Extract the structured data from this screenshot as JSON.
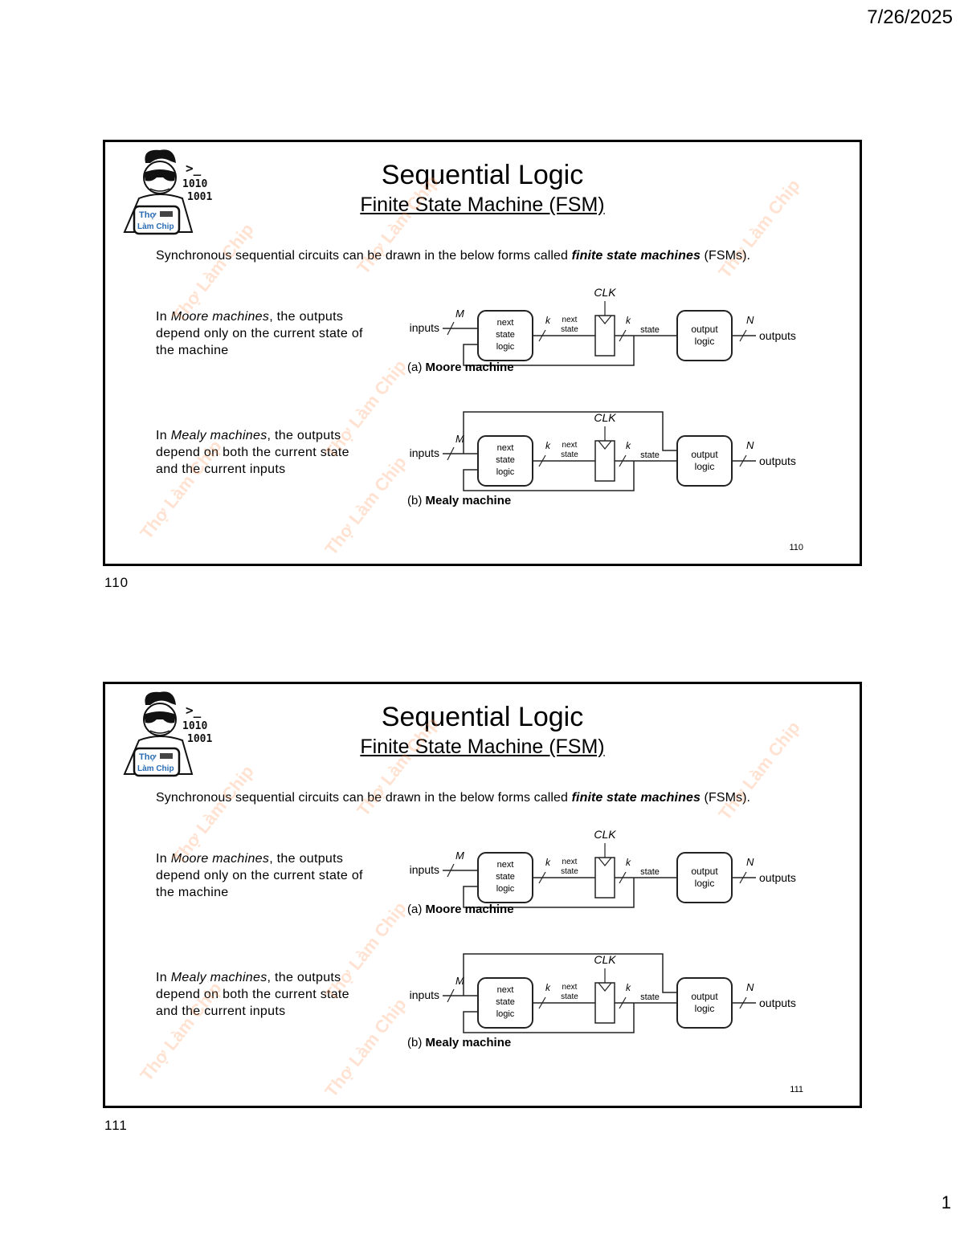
{
  "page": {
    "date": "7/26/2025",
    "number": "1"
  },
  "slides": [
    {
      "label": "110",
      "slide_number": "110",
      "title": "Sequential Logic",
      "subtitle": "Finite State Machine (FSM)",
      "intro_pre": "Synchronous sequential circuits can be drawn in the below forms called ",
      "intro_emph": "finite state machines",
      "intro_post": " (FSMs).",
      "moore": {
        "pre": "In ",
        "emph": "Moore machines",
        "post": ", the outputs depend only on the current state of the machine",
        "caption_tag": "(a)",
        "caption": " Moore machine"
      },
      "mealy": {
        "pre": "In ",
        "emph": "Mealy machines",
        "post": ", the outputs depend on both the current state and the current inputs",
        "caption_tag": "(b)",
        "caption": " Mealy machine"
      },
      "diagram_labels": {
        "inputs": "inputs",
        "outputs": "outputs",
        "clk": "CLK",
        "m": "M",
        "k": "k",
        "n": "N",
        "next_state": "next state",
        "state": "state",
        "block_next_1": "next",
        "block_next_2": "state",
        "block_next_3": "logic",
        "block_out_1": "output",
        "block_out_2": "logic"
      },
      "logo": {
        "line1": "1010",
        "line2": "1001",
        "badge1": "Thợ",
        "badge2": "Làm Chip"
      },
      "watermark": "Thợ Làm Chip"
    },
    {
      "label": "111",
      "slide_number": "111",
      "title": "Sequential Logic",
      "subtitle": "Finite State Machine (FSM)",
      "intro_pre": "Synchronous sequential circuits can be drawn in the below forms called ",
      "intro_emph": "finite state machines",
      "intro_post": " (FSMs).",
      "moore": {
        "pre": "In ",
        "emph": "Moore machines",
        "post": ", the outputs depend only on the current state of the machine",
        "caption_tag": "(a)",
        "caption": " Moore machine"
      },
      "mealy": {
        "pre": "In ",
        "emph": "Mealy machines",
        "post": ", the outputs depend on both the current state and the current inputs",
        "caption_tag": "(b)",
        "caption": " Mealy machine"
      },
      "diagram_labels": {
        "inputs": "inputs",
        "outputs": "outputs",
        "clk": "CLK",
        "m": "M",
        "k": "k",
        "n": "N",
        "next_state": "next state",
        "state": "state",
        "block_next_1": "next",
        "block_next_2": "state",
        "block_next_3": "logic",
        "block_out_1": "output",
        "block_out_2": "logic"
      },
      "logo": {
        "line1": "1010",
        "line2": "1001",
        "badge1": "Thợ",
        "badge2": "Làm Chip"
      },
      "watermark": "Thợ Làm Chip"
    }
  ]
}
